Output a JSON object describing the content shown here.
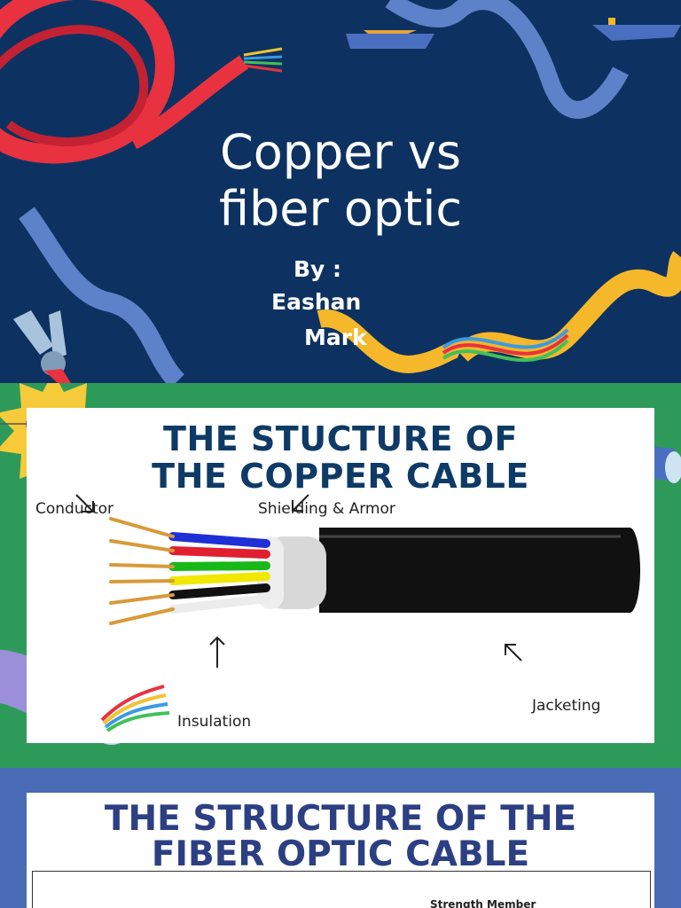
{
  "slide1": {
    "title_line1": "Copper vs",
    "title_line2": "fiber optic",
    "by_label": "By :",
    "author1": "Eashan",
    "author2": "Mark",
    "colors": {
      "background": "#0d3261",
      "red_cable": "#e8323f",
      "blue_ribbon": "#5d82c9",
      "yellow_ribbon": "#f4b82a"
    }
  },
  "slide2": {
    "heading_line1": "THE STUCTURE OF",
    "heading_line2": "THE COPPER CABLE",
    "labels": {
      "conductor": "Conductor",
      "shielding": "Shielding & Armor",
      "insulation": "Insulation",
      "jacketing": "Jacketing"
    },
    "icons": [
      "ammeter-icon",
      "starburst-icon",
      "arrow-icon"
    ],
    "colors": {
      "background": "#2e9a5a",
      "heading": "#0e3a66",
      "wire_blue": "#1f2fd6",
      "wire_red": "#e02030",
      "wire_green": "#18b818",
      "wire_yellow": "#f0e800",
      "wire_black": "#111111",
      "wire_white": "#ececec",
      "conductor": "#d89a3a"
    }
  },
  "slide3": {
    "heading_line1": "THE STRUCTURE OF THE",
    "heading_line2": "FIBER OPTIC CABLE",
    "strength_member": "Strength Member",
    "colors": {
      "background": "#4a6bb6",
      "heading": "#2c3f83"
    }
  }
}
